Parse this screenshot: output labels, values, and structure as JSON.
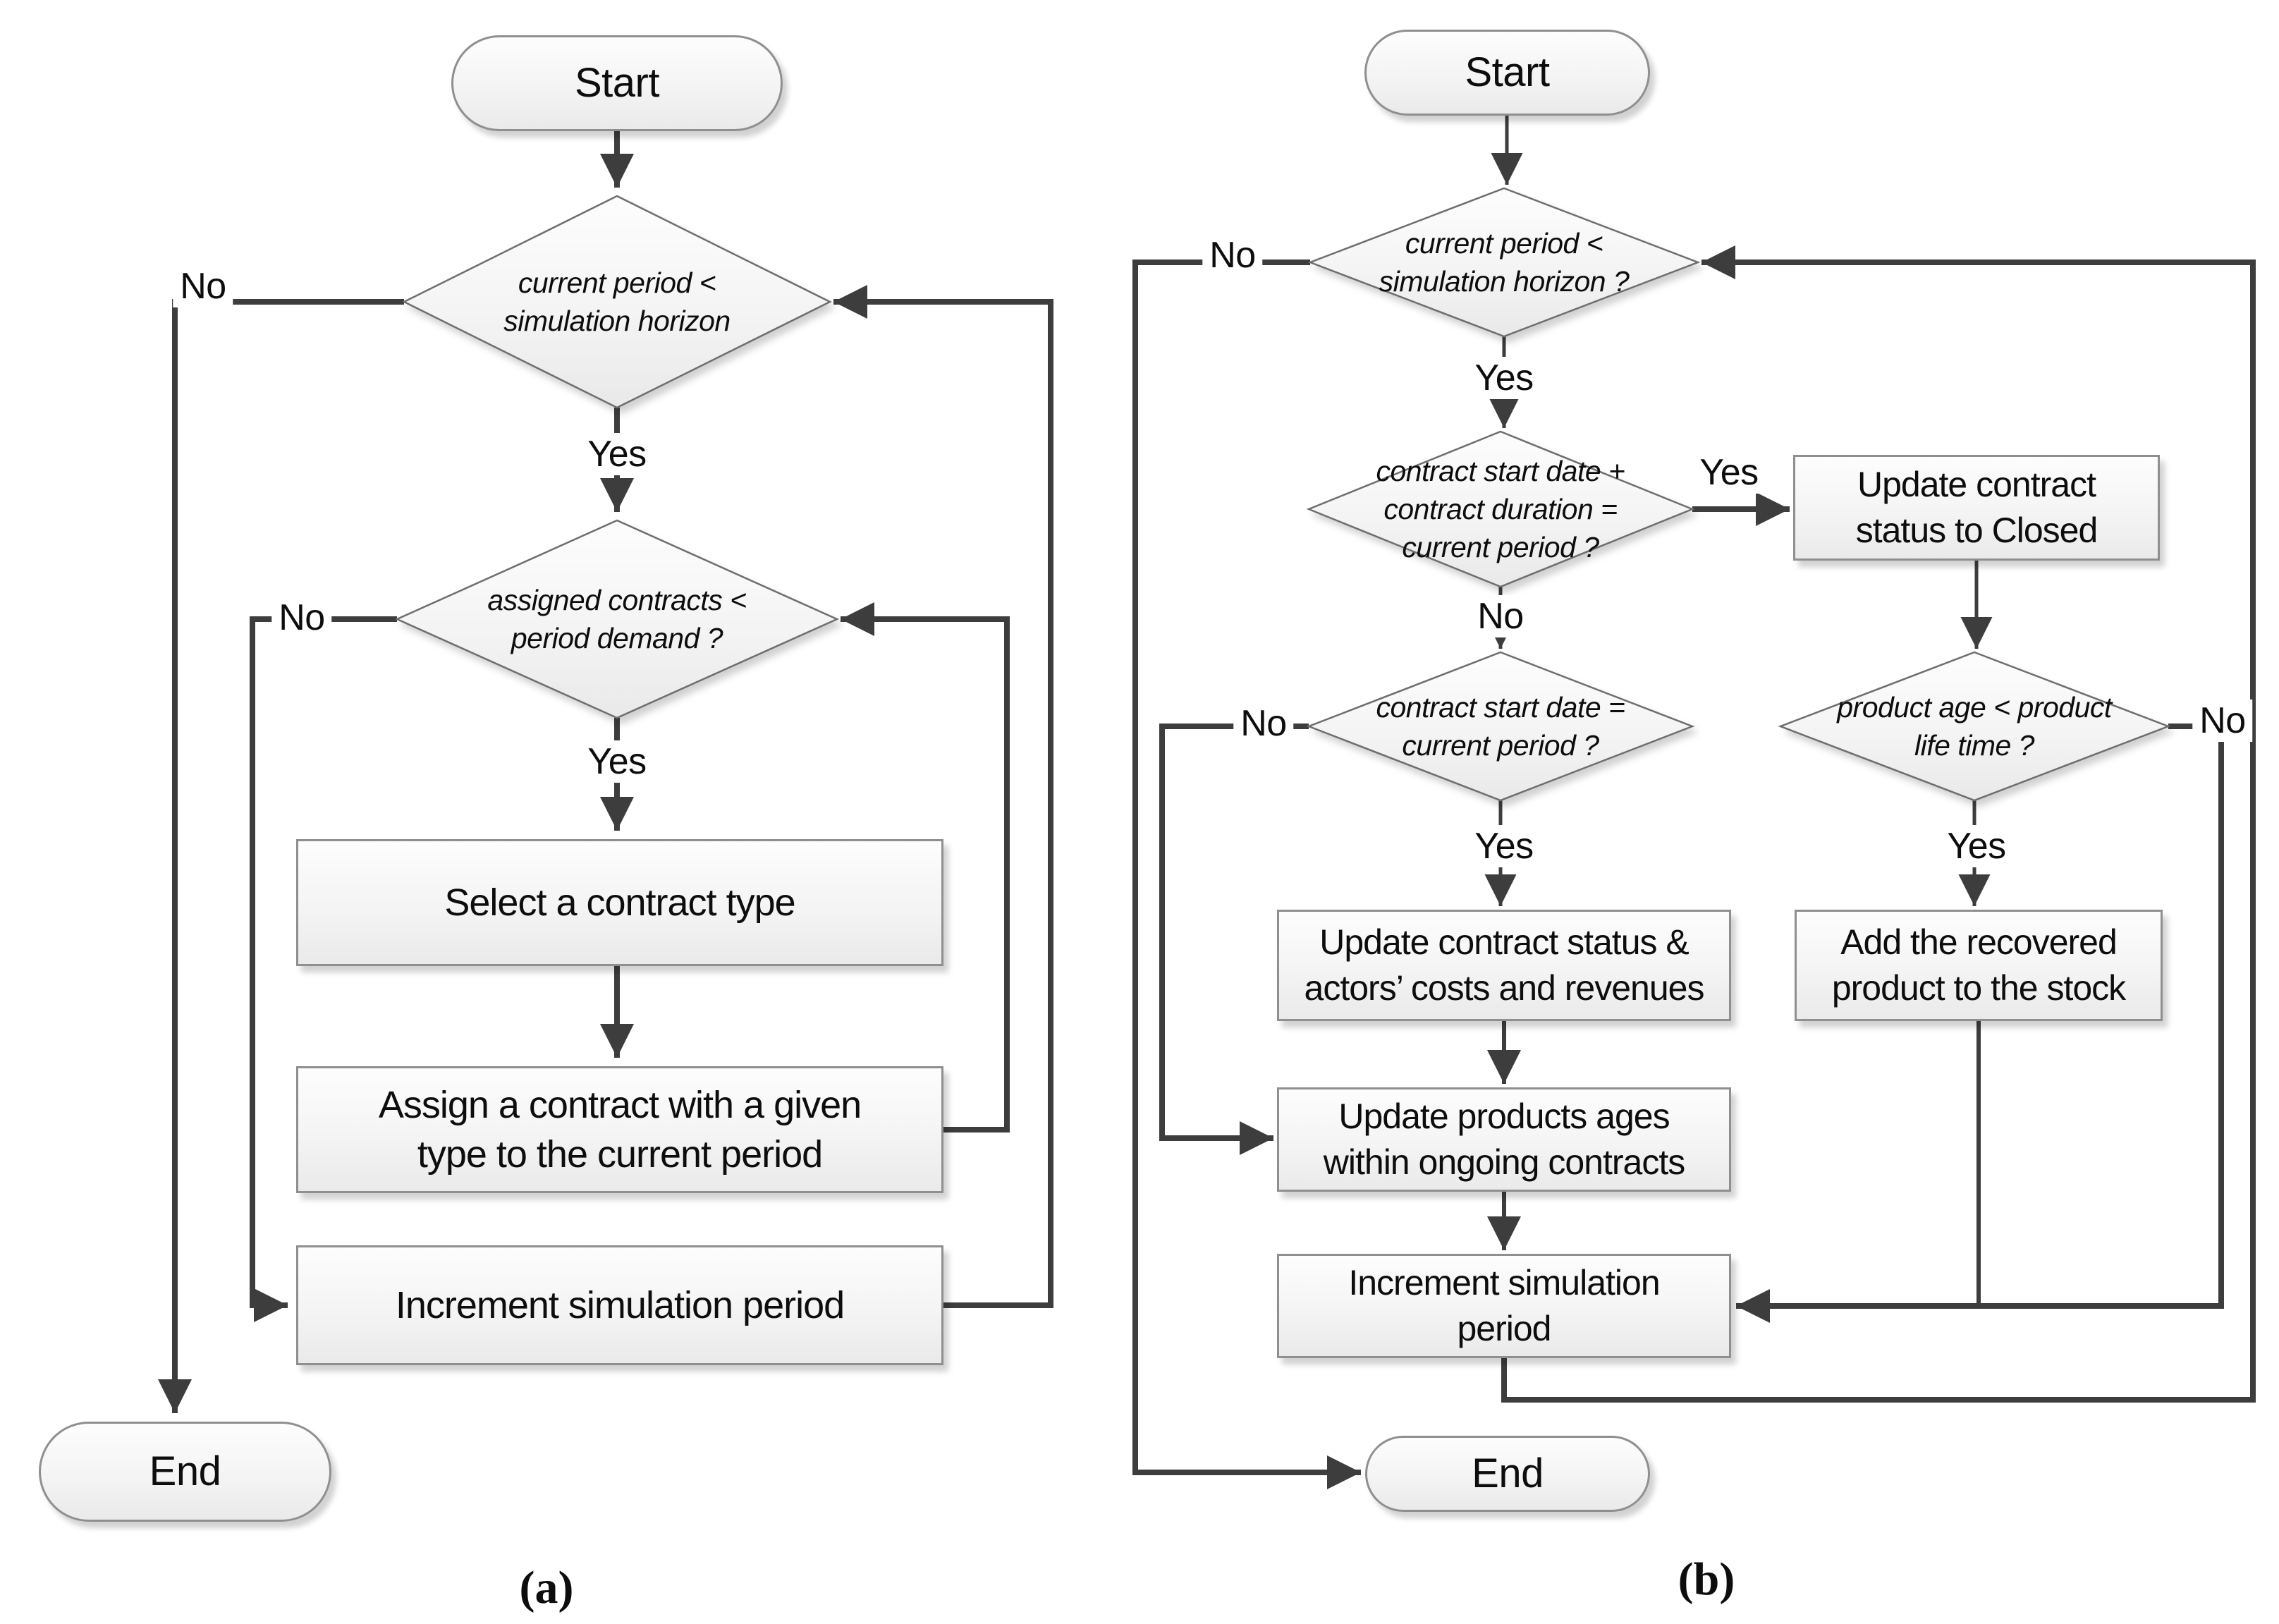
{
  "colors": {
    "line": "#3d3d3d",
    "node_border": "#8f8f8f",
    "diamond_border": "#6e6e6e",
    "node_fill_top": "#fdfdfd",
    "node_fill_bottom": "#eaeaea",
    "background": "#ffffff",
    "text": "#0d0d0d"
  },
  "chart_a": {
    "caption": "(a)",
    "nodes": {
      "start": "Start",
      "decision_horizon": {
        "line1": "current period <",
        "line2": "simulation horizon"
      },
      "decision_demand": {
        "line1": "assigned contracts <",
        "line2": "period demand ?"
      },
      "select_contract": "Select a contract type",
      "assign_contract": {
        "line1": "Assign a contract with a given",
        "line2": "type to the current period"
      },
      "increment_period": "Increment simulation period",
      "end": "End"
    },
    "edge_labels": {
      "no_horizon": "No",
      "yes_horizon": "Yes",
      "no_demand": "No",
      "yes_demand": "Yes"
    }
  },
  "chart_b": {
    "caption": "(b)",
    "nodes": {
      "start": "Start",
      "decision_horizon": {
        "line1": "current period <",
        "line2": "simulation horizon ?"
      },
      "decision_contract_end": {
        "line1": "contract start date +",
        "line2": "contract duration =",
        "line3": "current period ?"
      },
      "update_closed": {
        "line1": "Update contract",
        "line2": "status to Closed"
      },
      "decision_contract_start": {
        "line1": "contract start date =",
        "line2": "current period ?"
      },
      "decision_product_age": {
        "line1": "product age < product",
        "line2": "life time ?"
      },
      "update_status": {
        "line1": "Update contract status &",
        "line2": "actors’ costs and revenues"
      },
      "add_recovered": {
        "line1": "Add the recovered",
        "line2": "product to the stock"
      },
      "update_ages": {
        "line1": "Update products ages",
        "line2": "within ongoing contracts"
      },
      "increment_period": {
        "line1": "Increment simulation",
        "line2": "period"
      },
      "end": "End"
    },
    "edge_labels": {
      "no_horizon": "No",
      "yes_horizon": "Yes",
      "yes_contract_end": "Yes",
      "no_contract_end": "No",
      "no_contract_start": "No",
      "yes_contract_start": "Yes",
      "yes_product_age": "Yes",
      "no_product_age": "No"
    }
  }
}
